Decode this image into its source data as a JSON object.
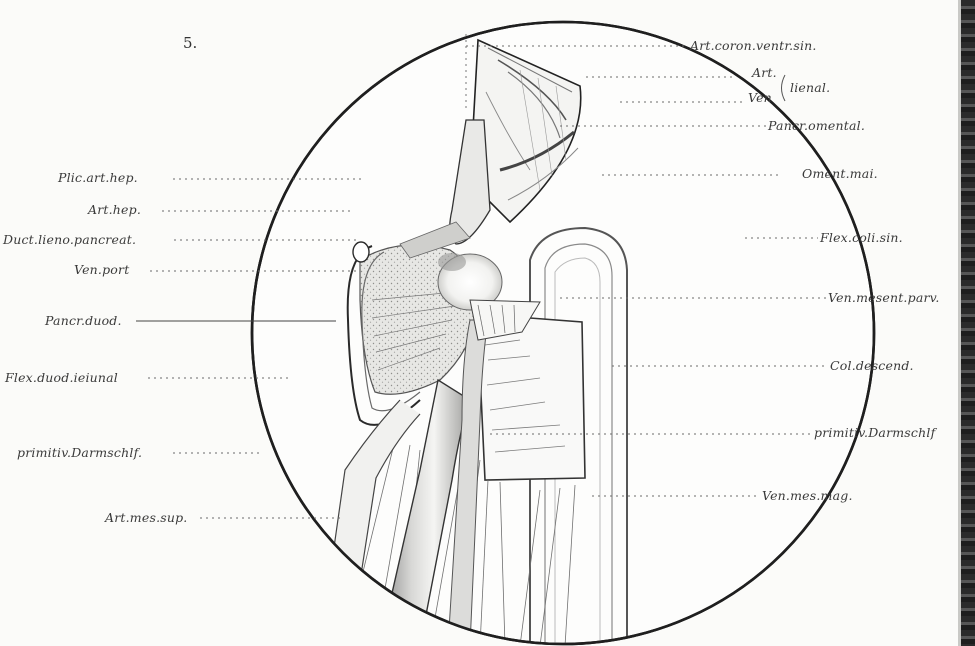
{
  "figure_number": "5.",
  "labels": {
    "art_coron_ventr_sin": "Art.coron.ventr.sin.",
    "art": "Art.",
    "lienal": "lienal.",
    "ven": "Ven",
    "pancr_omental": "Pancr.omental.",
    "oment_mai": "Oment.mai.",
    "flex_coli_sin": "Flex.coli.sin.",
    "ven_mesent_parv": "Ven.mesent.parv.",
    "col_descend": "Col.descend.",
    "primitiv_darmschlf_right": "primitiv.Darmschlf",
    "ven_mes_mag": "Ven.mes.mag.",
    "plic_art_hep": "Plic.art.hep.",
    "art_hep": "Art.hep.",
    "duct_lieno_pancreat": "Duct.lieno.pancreat.",
    "ven_port": "Ven.port",
    "pancr_duod": "Pancr.duod.",
    "flex_duod_ieiunal": "Flex.duod.ieiunal",
    "primitiv_darmschlf_left": "primitiv.Darmschlf.",
    "art_mes_sup": "Art.mes.sup."
  },
  "colors": {
    "ink": "#3a3a3a",
    "paper": "#fbfbf9",
    "shade": "#9a9a9a"
  }
}
